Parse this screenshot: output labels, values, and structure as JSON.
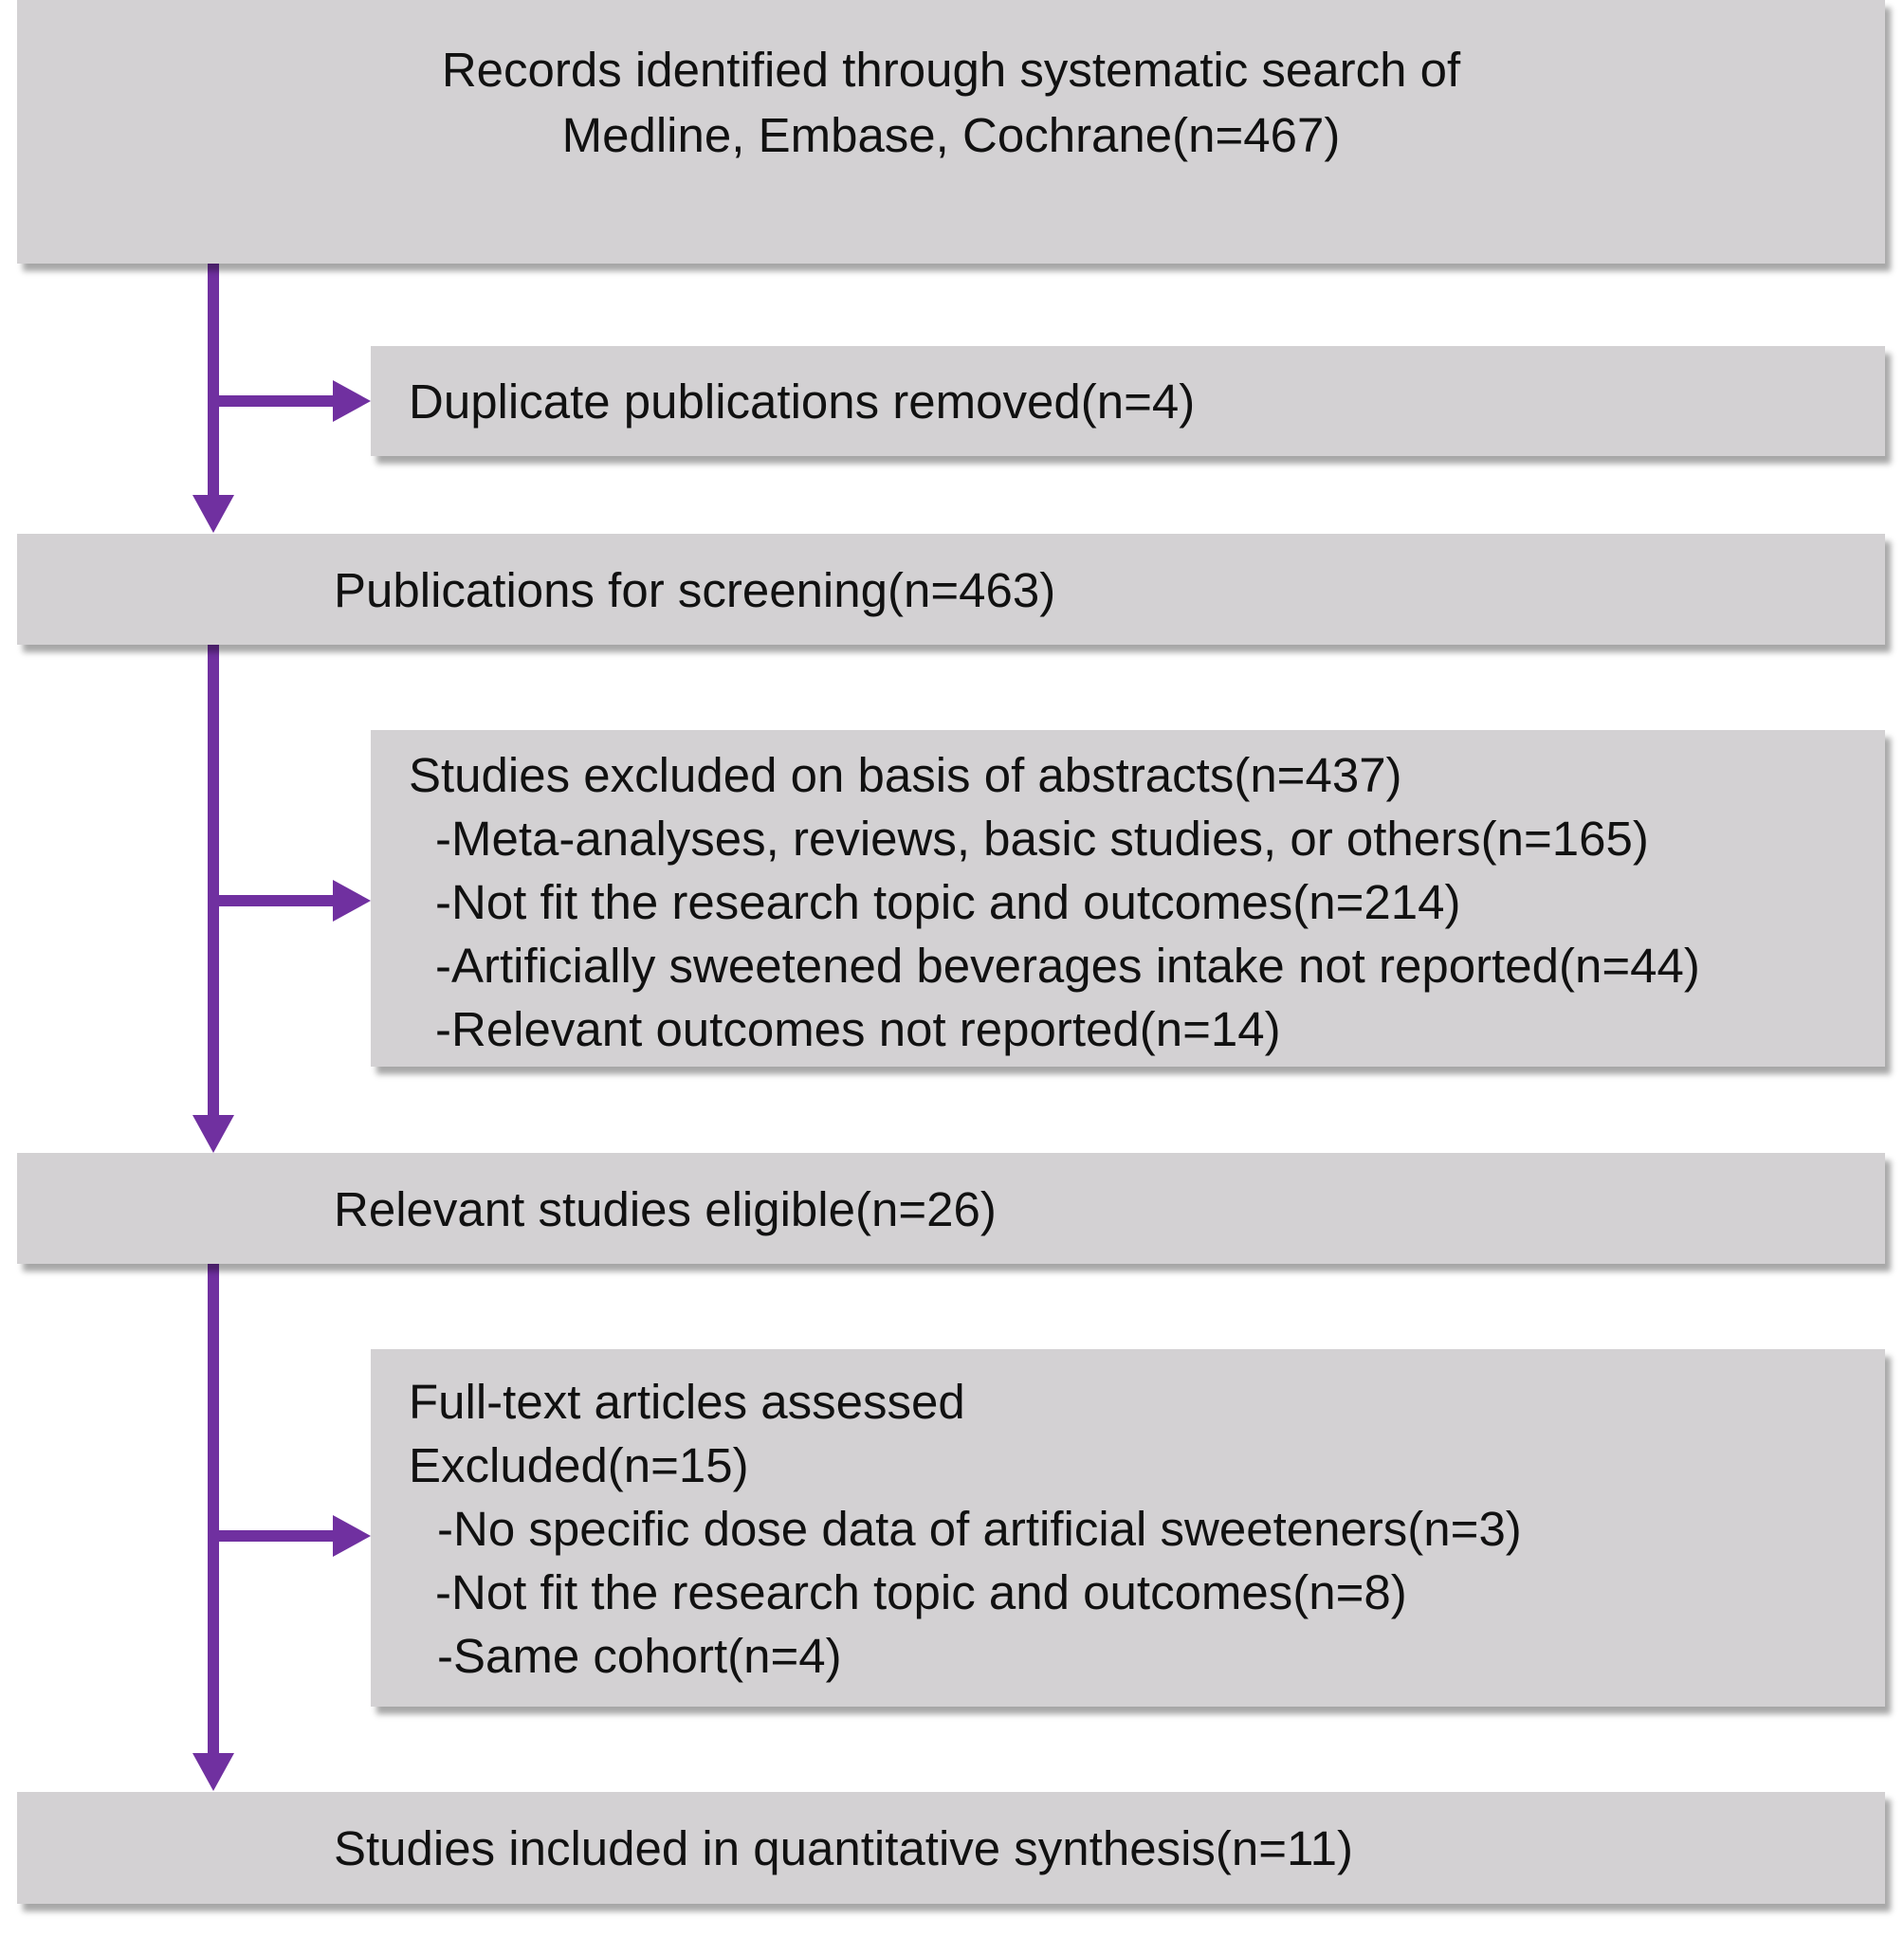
{
  "flowchart": {
    "records": {
      "line1": "Records identified through systematic search of",
      "line2": "Medline, Embase, Cochrane(n=467)"
    },
    "duplicates": {
      "text": "Duplicate publications removed(n=4)"
    },
    "screening": {
      "text": "Publications for screening(n=463)"
    },
    "abstract_exclusions": {
      "heading": "Studies excluded on basis of abstracts(n=437)",
      "items": [
        "-Meta-analyses, reviews, basic studies, or others(n=165)",
        "-Not fit the research topic and outcomes(n=214)",
        "-Artificially sweetened beverages intake not reported(n=44)",
        "-Relevant outcomes not reported(n=14)"
      ]
    },
    "eligible": {
      "text": "Relevant studies eligible(n=26)"
    },
    "fulltext": {
      "heading": "Full-text articles assessed",
      "subheading": "Excluded(n=15)",
      "items": [
        "-No specific dose data of artificial sweeteners(n=3)",
        "-Not fit the research topic and outcomes(n=8)",
        "-Same cohort(n=4)"
      ]
    },
    "included": {
      "text": "Studies included in quantitative synthesis(n=11)"
    }
  },
  "colors": {
    "box_fill": "#d3d1d3",
    "arrow": "#7030a0",
    "text": "#111111"
  }
}
